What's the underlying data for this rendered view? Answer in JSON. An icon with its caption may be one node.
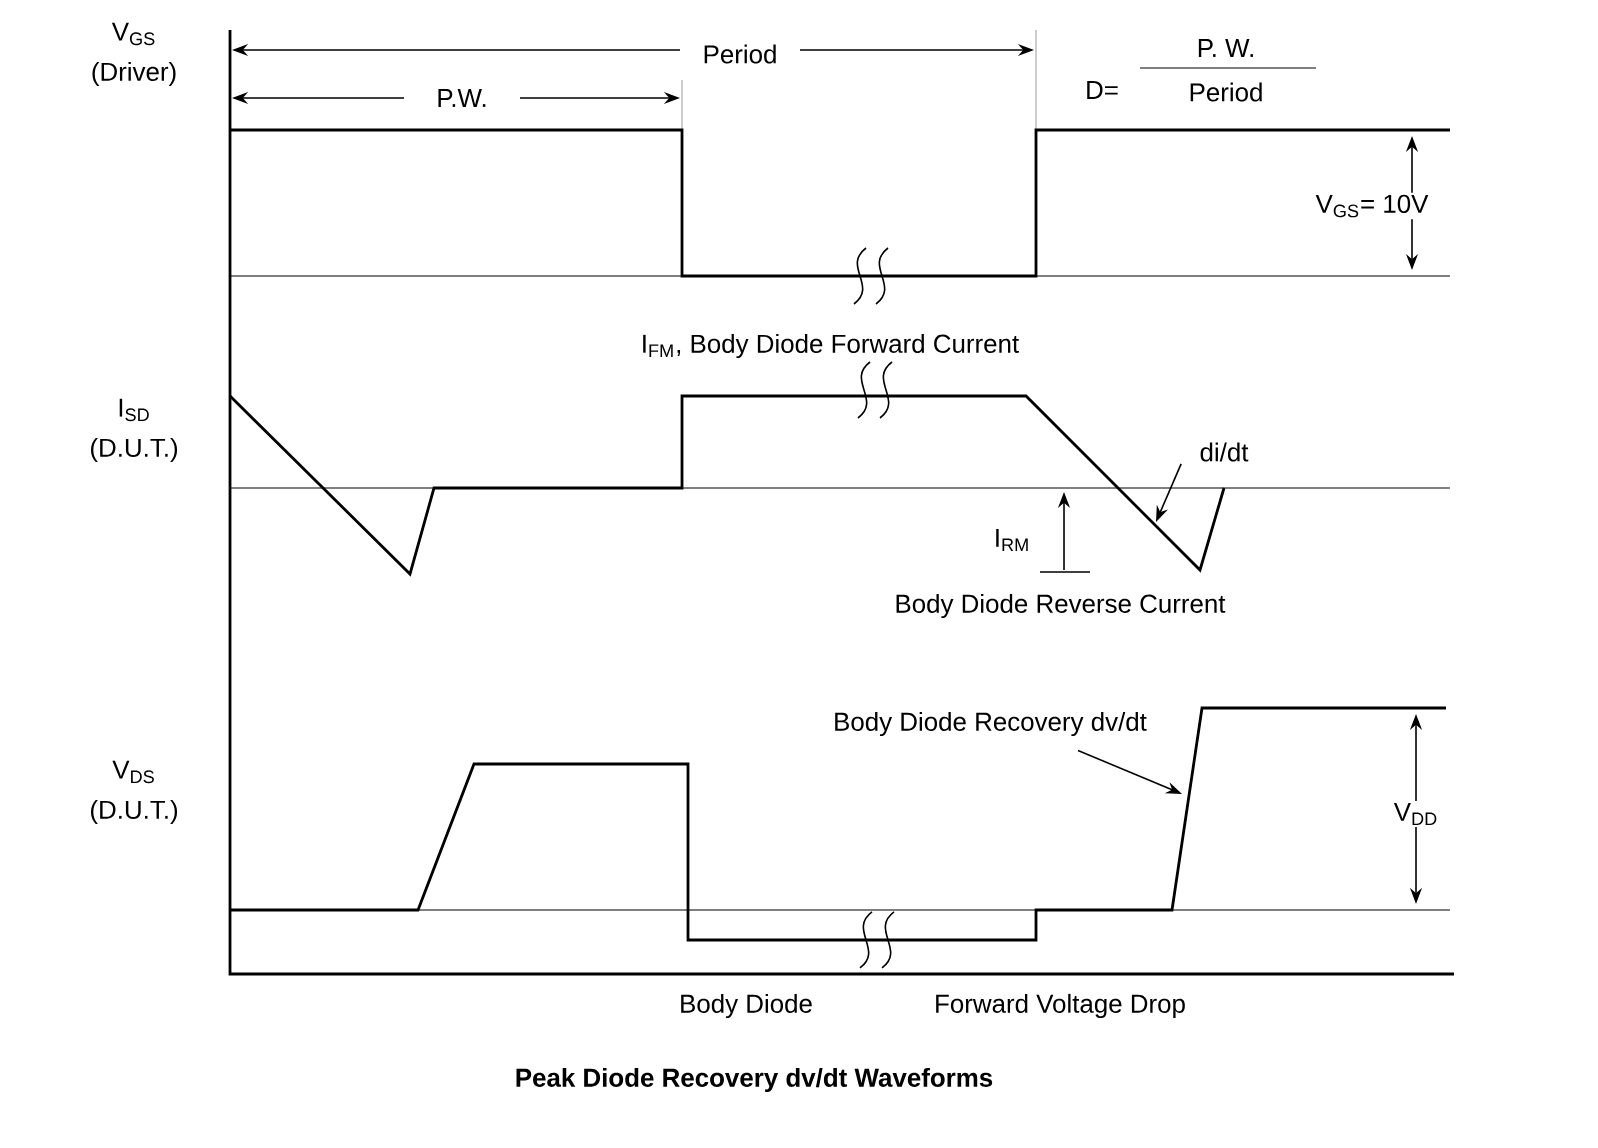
{
  "diagram": {
    "caption": "Peak Diode Recovery dv/dt Waveforms",
    "nodes": [
      {
        "text": [
          "di/dt"
        ]
      },
      {
        "text": [
          "Body Diode Recovery dv/dt"
        ]
      }
    ],
    "edges": [
      {
        "from": 0,
        "to": null,
        "arrow": "to"
      },
      {
        "from": 1,
        "to": null,
        "arrow": "to"
      }
    ],
    "labels": [
      "Period",
      "P.W.",
      "D=",
      "P. W.",
      "Period",
      "V$_{GS}$",
      "(Driver)",
      "V$_{GS}$= 10V",
      "I$_{FM}$, Body Diode Forward Current",
      "I$_{SD}$",
      "(D.U.T.)",
      "I$_{RM}$",
      "Body Diode Reverse Current",
      "V$_{DS}$",
      "(D.U.T.)",
      "V$_{DD}$",
      "Body Diode",
      "Forward Voltage Drop"
    ]
  }
}
